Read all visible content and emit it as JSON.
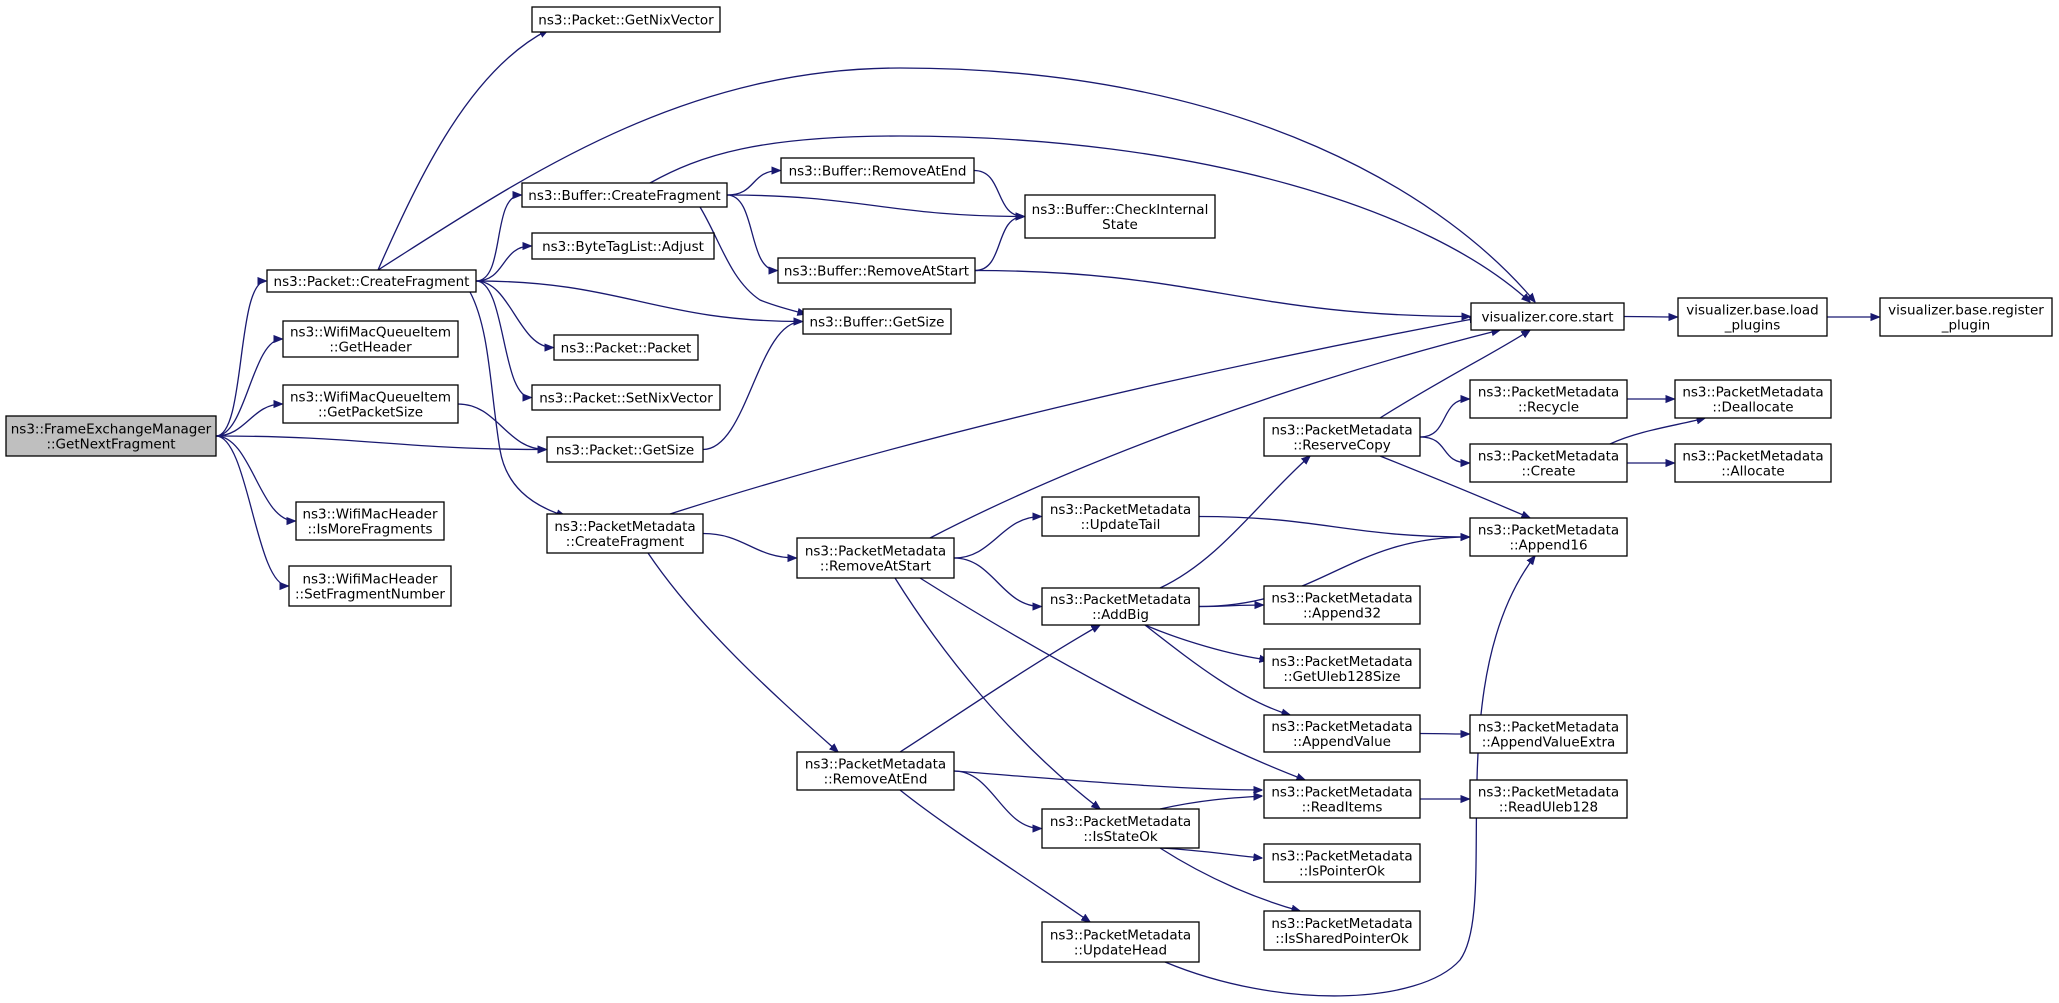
{
  "colors": {
    "edge": "#191970",
    "root_fill": "#bfbfbf",
    "node_fill": "#ffffff",
    "border": "#000000"
  },
  "nodes": [
    {
      "id": "n0",
      "lines": [
        "ns3::FrameExchangeManager",
        "::GetNextFragment"
      ],
      "root": true
    },
    {
      "id": "n1",
      "lines": [
        "ns3::Packet::CreateFragment"
      ]
    },
    {
      "id": "n2",
      "lines": [
        "ns3::WifiMacQueueItem",
        "::GetHeader"
      ]
    },
    {
      "id": "n3",
      "lines": [
        "ns3::WifiMacQueueItem",
        "::GetPacketSize"
      ]
    },
    {
      "id": "n4",
      "lines": [
        "ns3::Packet::GetSize"
      ]
    },
    {
      "id": "n5",
      "lines": [
        "ns3::WifiMacHeader",
        "::IsMoreFragments"
      ]
    },
    {
      "id": "n6",
      "lines": [
        "ns3::WifiMacHeader",
        "::SetFragmentNumber"
      ]
    },
    {
      "id": "n7",
      "lines": [
        "ns3::Packet::GetNixVector"
      ]
    },
    {
      "id": "n8",
      "lines": [
        "ns3::Buffer::CreateFragment"
      ]
    },
    {
      "id": "n9",
      "lines": [
        "ns3::ByteTagList::Adjust"
      ]
    },
    {
      "id": "n10",
      "lines": [
        "ns3::Packet::Packet"
      ]
    },
    {
      "id": "n11",
      "lines": [
        "ns3::Packet::SetNixVector"
      ]
    },
    {
      "id": "n12",
      "lines": [
        "ns3::PacketMetadata",
        "::CreateFragment"
      ]
    },
    {
      "id": "n13",
      "lines": [
        "ns3::Buffer::RemoveAtEnd"
      ]
    },
    {
      "id": "n14",
      "lines": [
        "ns3::Buffer::RemoveAtStart"
      ]
    },
    {
      "id": "n15",
      "lines": [
        "ns3::Buffer::GetSize"
      ]
    },
    {
      "id": "n16",
      "lines": [
        "ns3::Buffer::CheckInternal",
        "State"
      ]
    },
    {
      "id": "n17",
      "lines": [
        "visualizer.core.start"
      ]
    },
    {
      "id": "n18",
      "lines": [
        "visualizer.base.load",
        "_plugins"
      ]
    },
    {
      "id": "n19",
      "lines": [
        "visualizer.base.register",
        "_plugin"
      ]
    },
    {
      "id": "n20",
      "lines": [
        "ns3::PacketMetadata",
        "::RemoveAtStart"
      ]
    },
    {
      "id": "n21",
      "lines": [
        "ns3::PacketMetadata",
        "::RemoveAtEnd"
      ]
    },
    {
      "id": "n22",
      "lines": [
        "ns3::PacketMetadata",
        "::UpdateTail"
      ]
    },
    {
      "id": "n23",
      "lines": [
        "ns3::PacketMetadata",
        "::AddBig"
      ]
    },
    {
      "id": "n24",
      "lines": [
        "ns3::PacketMetadata",
        "::IsStateOk"
      ]
    },
    {
      "id": "n25",
      "lines": [
        "ns3::PacketMetadata",
        "::UpdateHead"
      ]
    },
    {
      "id": "n26",
      "lines": [
        "ns3::PacketMetadata",
        "::ReserveCopy"
      ]
    },
    {
      "id": "n27",
      "lines": [
        "ns3::PacketMetadata",
        "::Append32"
      ]
    },
    {
      "id": "n28",
      "lines": [
        "ns3::PacketMetadata",
        "::GetUleb128Size"
      ]
    },
    {
      "id": "n29",
      "lines": [
        "ns3::PacketMetadata",
        "::AppendValue"
      ]
    },
    {
      "id": "n30",
      "lines": [
        "ns3::PacketMetadata",
        "::ReadItems"
      ]
    },
    {
      "id": "n31",
      "lines": [
        "ns3::PacketMetadata",
        "::IsPointerOk"
      ]
    },
    {
      "id": "n32",
      "lines": [
        "ns3::PacketMetadata",
        "::IsSharedPointerOk"
      ]
    },
    {
      "id": "n33",
      "lines": [
        "ns3::PacketMetadata",
        "::Recycle"
      ]
    },
    {
      "id": "n34",
      "lines": [
        "ns3::PacketMetadata",
        "::Create"
      ]
    },
    {
      "id": "n35",
      "lines": [
        "ns3::PacketMetadata",
        "::Append16"
      ]
    },
    {
      "id": "n36",
      "lines": [
        "ns3::PacketMetadata",
        "::Deallocate"
      ]
    },
    {
      "id": "n37",
      "lines": [
        "ns3::PacketMetadata",
        "::Allocate"
      ]
    },
    {
      "id": "n38",
      "lines": [
        "ns3::PacketMetadata",
        "::AppendValueExtra"
      ]
    },
    {
      "id": "n39",
      "lines": [
        "ns3::PacketMetadata",
        "::ReadUleb128"
      ]
    }
  ],
  "edges": [
    [
      "n0",
      "n1"
    ],
    [
      "n0",
      "n2"
    ],
    [
      "n0",
      "n3"
    ],
    [
      "n0",
      "n4"
    ],
    [
      "n0",
      "n5"
    ],
    [
      "n0",
      "n6"
    ],
    [
      "n1",
      "n7"
    ],
    [
      "n1",
      "n8"
    ],
    [
      "n1",
      "n9"
    ],
    [
      "n1",
      "n10"
    ],
    [
      "n1",
      "n11"
    ],
    [
      "n1",
      "n12"
    ],
    [
      "n1",
      "n15"
    ],
    [
      "n1",
      "n17"
    ],
    [
      "n3",
      "n4"
    ],
    [
      "n4",
      "n15"
    ],
    [
      "n8",
      "n13"
    ],
    [
      "n8",
      "n14"
    ],
    [
      "n8",
      "n15"
    ],
    [
      "n8",
      "n16"
    ],
    [
      "n8",
      "n17"
    ],
    [
      "n13",
      "n16"
    ],
    [
      "n14",
      "n16"
    ],
    [
      "n14",
      "n17"
    ],
    [
      "n12",
      "n17"
    ],
    [
      "n12",
      "n20"
    ],
    [
      "n12",
      "n21"
    ],
    [
      "n17",
      "n18"
    ],
    [
      "n18",
      "n19"
    ],
    [
      "n20",
      "n17"
    ],
    [
      "n20",
      "n22"
    ],
    [
      "n20",
      "n23"
    ],
    [
      "n20",
      "n24"
    ],
    [
      "n20",
      "n30"
    ],
    [
      "n21",
      "n23"
    ],
    [
      "n21",
      "n24"
    ],
    [
      "n21",
      "n25"
    ],
    [
      "n21",
      "n30"
    ],
    [
      "n22",
      "n35"
    ],
    [
      "n23",
      "n26"
    ],
    [
      "n23",
      "n35"
    ],
    [
      "n23",
      "n27"
    ],
    [
      "n23",
      "n28"
    ],
    [
      "n23",
      "n29"
    ],
    [
      "n24",
      "n30"
    ],
    [
      "n24",
      "n31"
    ],
    [
      "n24",
      "n32"
    ],
    [
      "n25",
      "n35"
    ],
    [
      "n26",
      "n17"
    ],
    [
      "n26",
      "n33"
    ],
    [
      "n26",
      "n34"
    ],
    [
      "n26",
      "n35"
    ],
    [
      "n29",
      "n38"
    ],
    [
      "n30",
      "n39"
    ],
    [
      "n33",
      "n36"
    ],
    [
      "n34",
      "n36"
    ],
    [
      "n34",
      "n37"
    ]
  ]
}
